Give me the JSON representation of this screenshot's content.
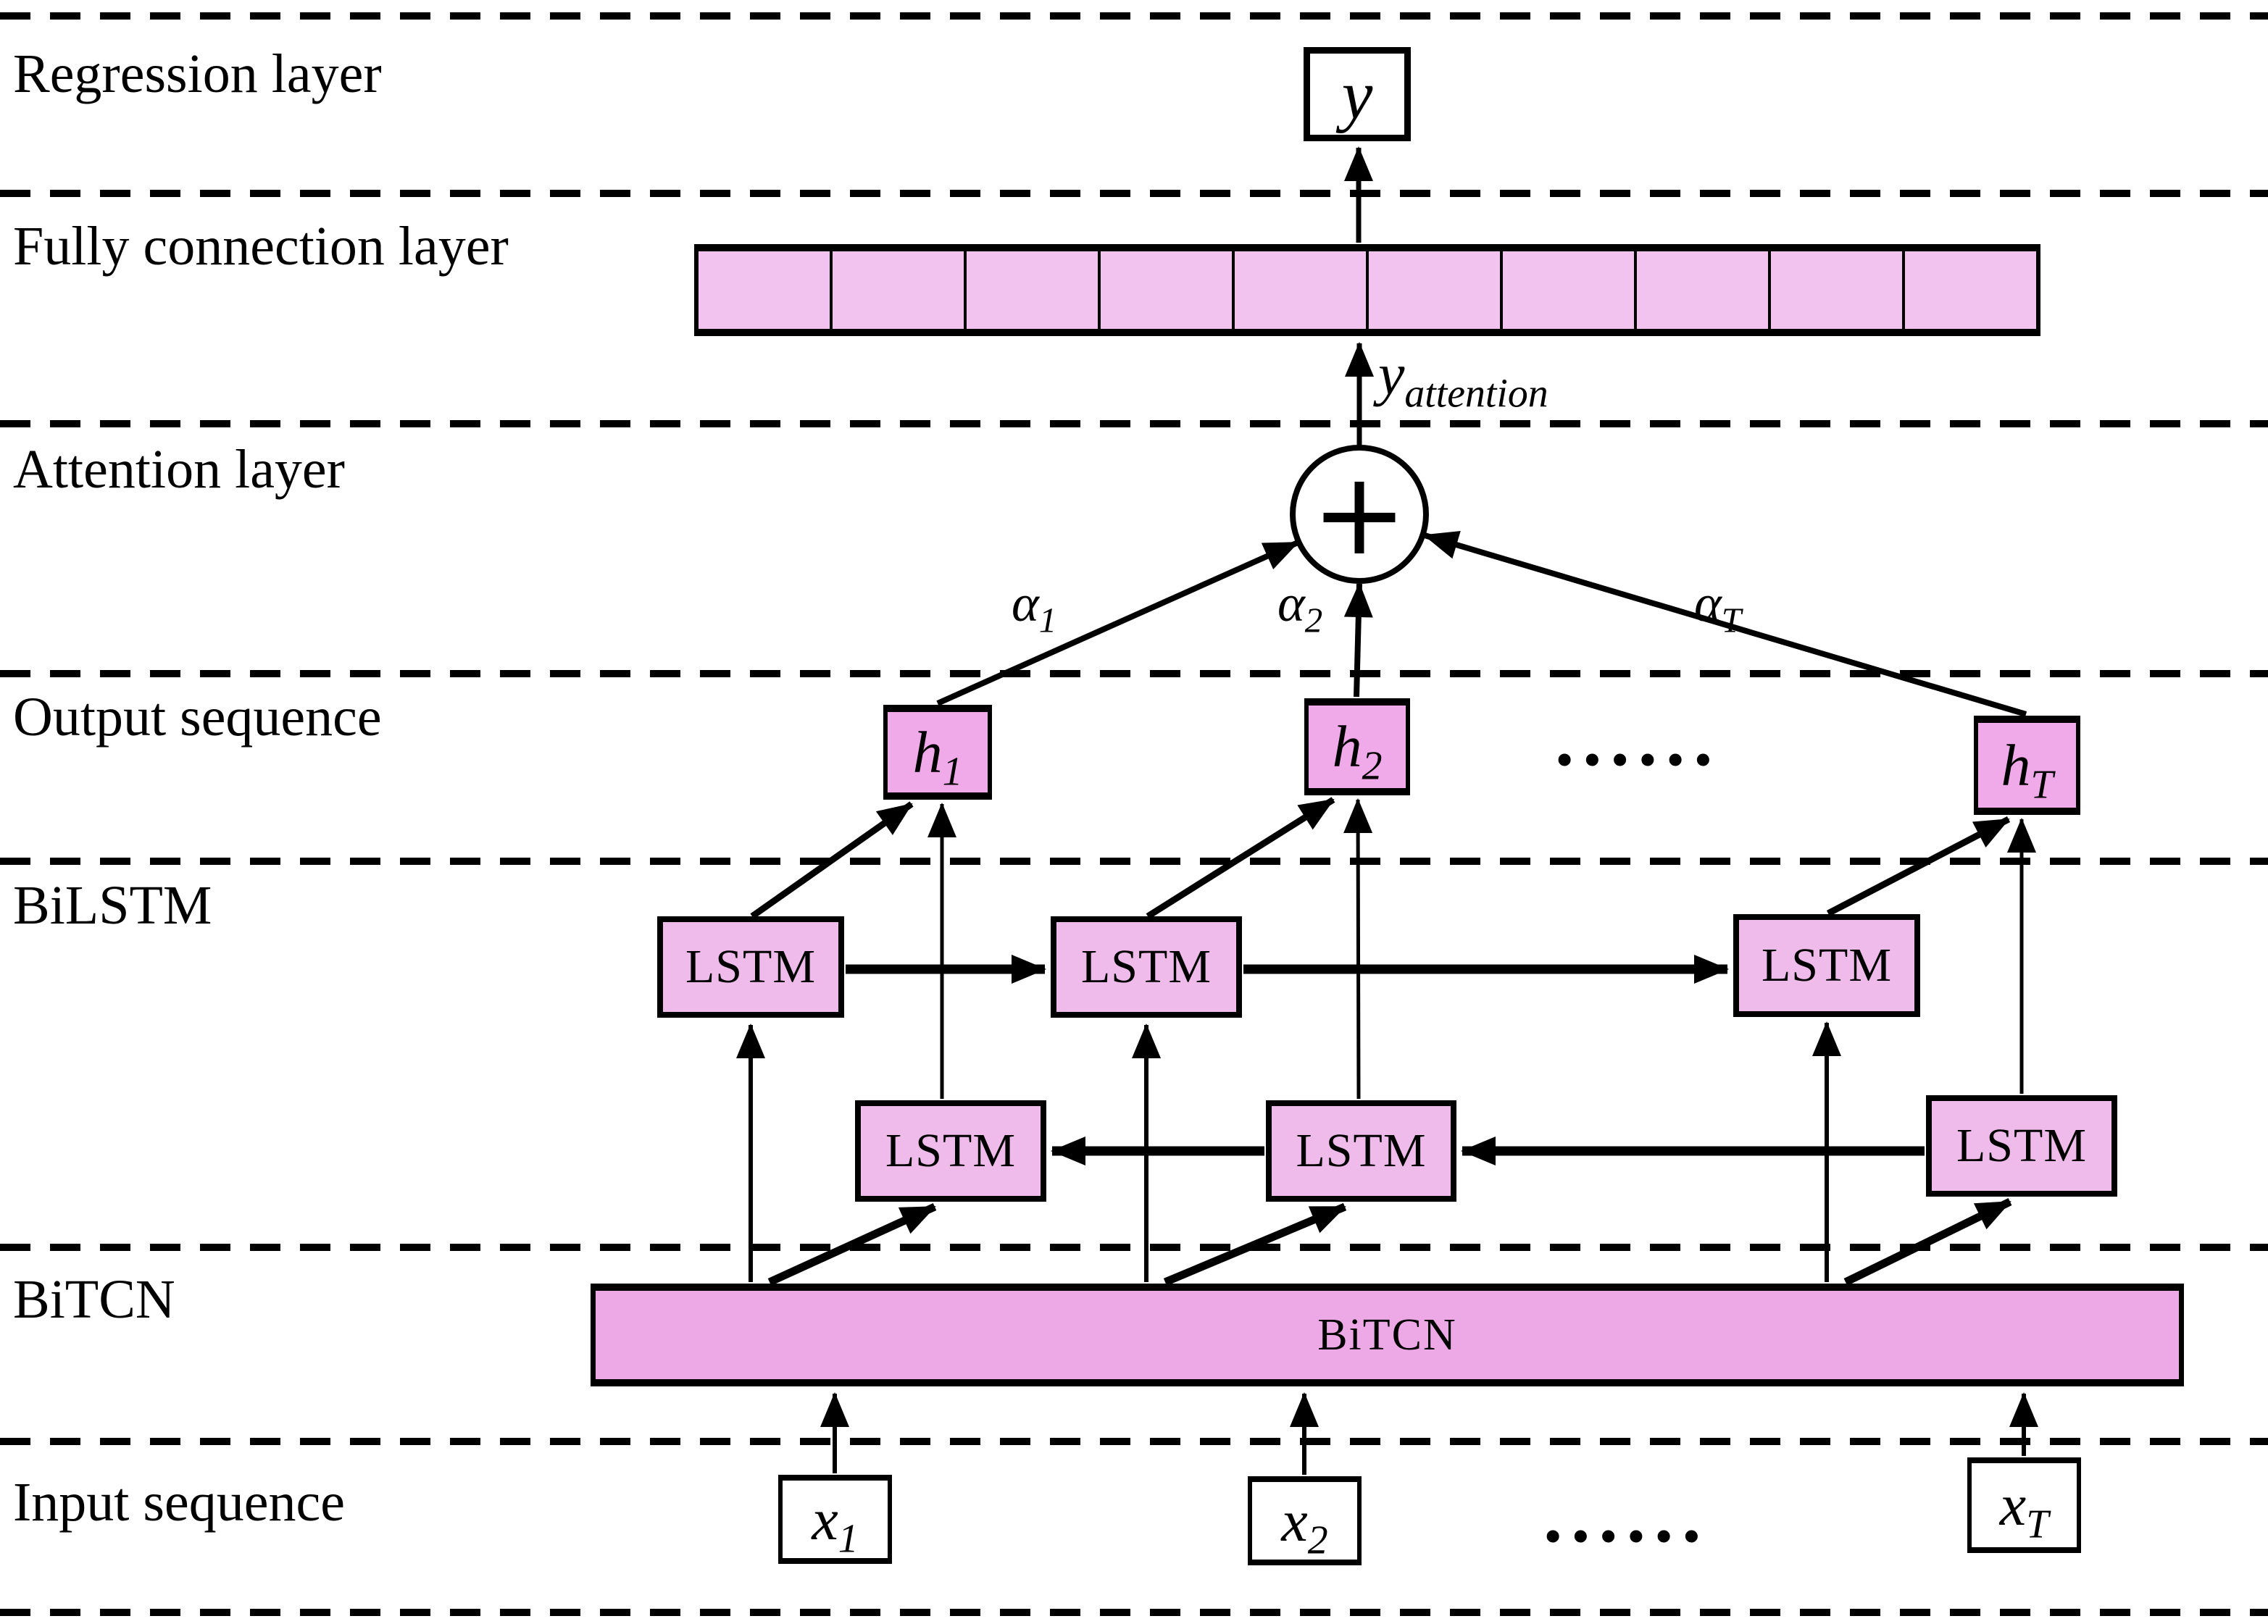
{
  "title": "BiTCN-BiLSTM-Attention network architecture diagram",
  "layers": [
    "Regression layer",
    "Fully connection layer",
    "Attention layer",
    "Output sequence",
    "BiLSTM",
    "BiTCN",
    "Input sequence"
  ],
  "regression": {
    "output": "y"
  },
  "fully_connected": {
    "num_cells": 10
  },
  "attention": {
    "sum_symbol": "+",
    "output": {
      "base": "y",
      "sub": "attention"
    },
    "weights": [
      {
        "base": "α",
        "sub": "1"
      },
      {
        "base": "α",
        "sub": "2"
      },
      {
        "base": "α",
        "sub": "T"
      }
    ]
  },
  "output_sequence": {
    "units": [
      {
        "base": "h",
        "sub": "1"
      },
      {
        "base": "h",
        "sub": "2"
      },
      {
        "base": "h",
        "sub": "T"
      }
    ],
    "ellipsis": "......"
  },
  "bilstm": {
    "forward_cells": [
      "LSTM",
      "LSTM",
      "LSTM"
    ],
    "backward_cells": [
      "LSTM",
      "LSTM",
      "LSTM"
    ]
  },
  "bitcn": {
    "label": "BiTCN"
  },
  "input_sequence": {
    "units": [
      {
        "base": "x",
        "sub": "1"
      },
      {
        "base": "x",
        "sub": "2"
      },
      {
        "base": "x",
        "sub": "T"
      }
    ],
    "ellipsis": "......"
  },
  "colors": {
    "ink": "#000000",
    "bg": "#ffffff",
    "pink-fc": "#f2c3ef",
    "pink-h": "#f0aae9",
    "pink-lstm": "#eebbea",
    "pink-bitcn": "#eda9e5"
  }
}
